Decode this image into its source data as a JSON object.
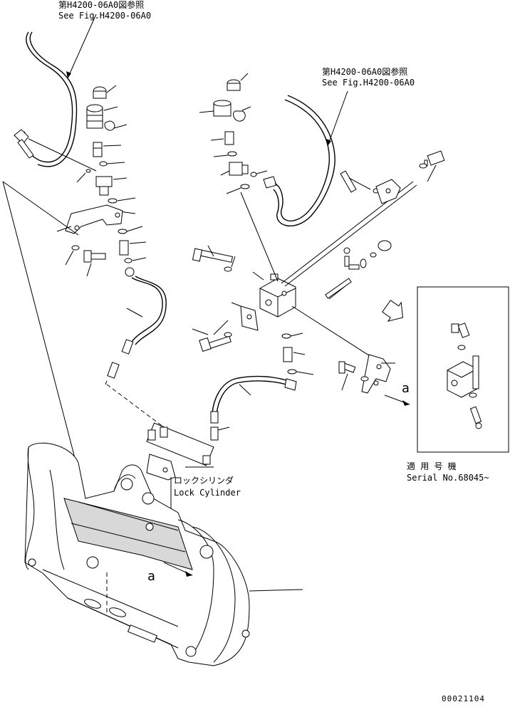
{
  "refs": {
    "top_left_jp": "第H4200-06A0図参照",
    "top_left_en": "See Fig.H4200-06A0",
    "top_right_jp": "第H4200-06A0図参照",
    "top_right_en": "See Fig.H4200-06A0"
  },
  "lock_cylinder": {
    "jp": "ロックシリンダ",
    "en": "Lock Cylinder"
  },
  "serial": {
    "jp": "適 用 号 機",
    "en": "Serial No.68045~"
  },
  "view_markers": {
    "a_main": "a",
    "a_right": "a"
  },
  "drawing_number": "00021104"
}
